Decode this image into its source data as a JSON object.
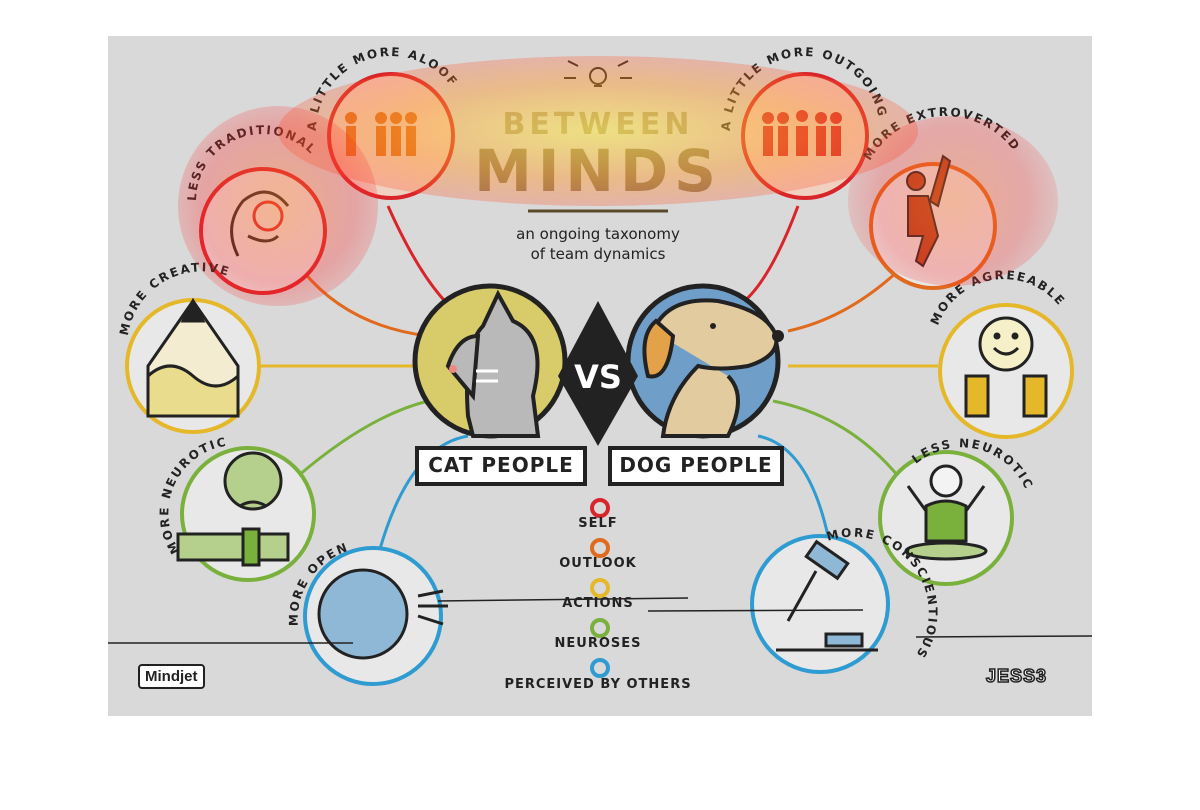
{
  "title": {
    "line1": "BETWEEN",
    "line2": "MINDS"
  },
  "subtitle": {
    "line1": "an ongoing taxonomy",
    "line2": "of team dynamics"
  },
  "center": {
    "vs": "VS",
    "left": "CAT PEOPLE",
    "right": "DOG PEOPLE"
  },
  "traits": {
    "traditional": "LESS TRADITIONAL",
    "aloof": "A LITTLE MORE ALOOF",
    "outgoing": "A LITTLE MORE OUTGOING",
    "extroverted": "MORE EXTROVERTED",
    "creative": "MORE CREATIVE",
    "agreeable": "MORE AGREEABLE",
    "neurotic": "MORE NEUROTIC",
    "less_neurotic": "LESS NEUROTIC",
    "open": "MORE OPEN",
    "conscientious": "MORE CONSCIENTIOUS"
  },
  "legend": [
    {
      "label": "SELF",
      "color": "#d9252a"
    },
    {
      "label": "OUTLOOK",
      "color": "#e06a1e"
    },
    {
      "label": "ACTIONS",
      "color": "#e5b82a"
    },
    {
      "label": "NEUROSES",
      "color": "#7ab03c"
    },
    {
      "label": "PERCEIVED BY OTHERS",
      "color": "#2e9bd1"
    }
  ],
  "logos": {
    "left": "Mindjet",
    "right": "JESS3"
  },
  "colors": {
    "self": "#d9252a",
    "outlook": "#e06a1e",
    "actions": "#e5b82a",
    "neuroses": "#7ab03c",
    "perceived": "#2e9bd1",
    "ink": "#222222",
    "cat_bg": "#d8cb6a",
    "dog_bg": "#6f9fc8"
  }
}
